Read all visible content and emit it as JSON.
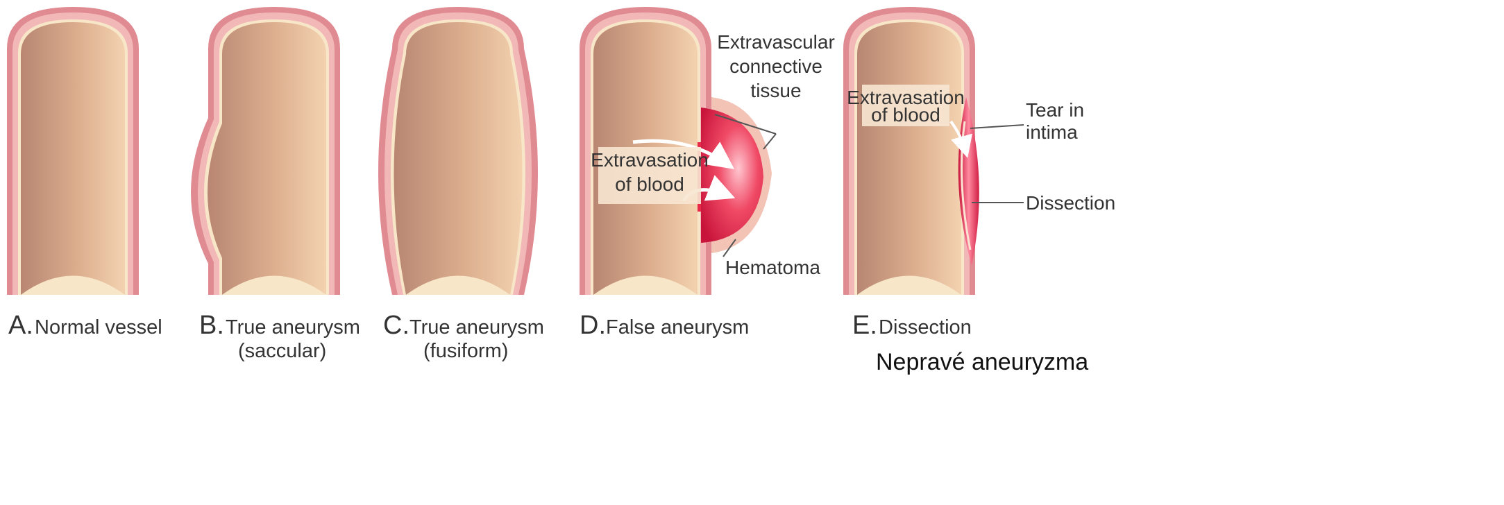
{
  "colors": {
    "wall_outer": "#e08a92",
    "wall_inner": "#f2b8b8",
    "intima": "#f7e6c8",
    "lumen_light": "#f0c9a6",
    "lumen_dark": "#bd8d77",
    "blood": "#e8294a",
    "label_text": "#333333",
    "label_bg": "#f7e6d2"
  },
  "panels": [
    {
      "letter": "A.",
      "line1": "Normal vessel",
      "line2": ""
    },
    {
      "letter": "B.",
      "line1": "True aneurysm",
      "line2": "(saccular)"
    },
    {
      "letter": "C.",
      "line1": "True aneurysm",
      "line2": "(fusiform)"
    },
    {
      "letter": "D.",
      "line1": "False aneurysm",
      "line2": ""
    },
    {
      "letter": "E.",
      "line1": "Dissection",
      "line2": ""
    }
  ],
  "annotations": {
    "d_connective": [
      "Extravascular",
      "connective",
      "tissue"
    ],
    "d_extravasation": [
      "Extravasation",
      "of blood"
    ],
    "d_hematoma": "Hematoma",
    "e_extravasation": [
      "Extravasation",
      "of blood"
    ],
    "e_tear": [
      "Tear in",
      "intima"
    ],
    "e_dissection": "Dissection"
  },
  "footnote": "Nepravé aneuryzma"
}
